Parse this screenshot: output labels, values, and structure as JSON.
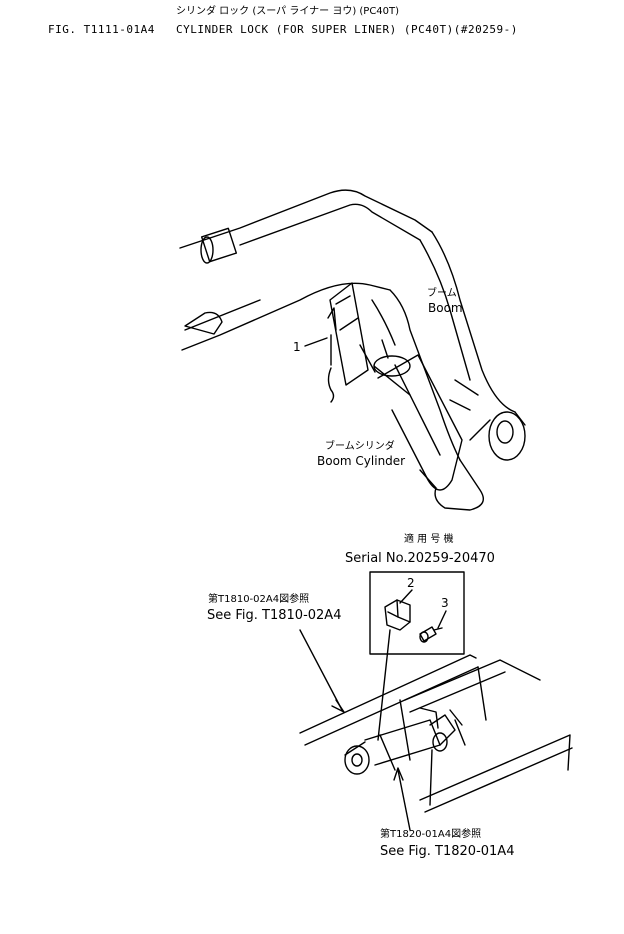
{
  "header": {
    "jp_title": "シリンダ ロック (スーパ ライナー ヨウ) (PC40T)",
    "fig_number": "FIG. T1111-01A4",
    "title": "CYLINDER LOCK (FOR SUPER LINER) (PC40T)(#20259-)"
  },
  "labels": {
    "boom_jp": "ブーム",
    "boom_en": "Boom",
    "boom_cylinder_jp": "ブームシリンダ",
    "boom_cylinder_en": "Boom Cylinder"
  },
  "callouts": [
    "1",
    "2",
    "3"
  ],
  "serial": {
    "jp": "適 用 号 機",
    "text": "Serial No.20259-20470"
  },
  "references": [
    {
      "jp": "第T1810-02A4図参照",
      "text": "See Fig. T1810-02A4"
    },
    {
      "jp": "第T1820-01A4図参照",
      "text": "See Fig. T1820-01A4"
    }
  ]
}
